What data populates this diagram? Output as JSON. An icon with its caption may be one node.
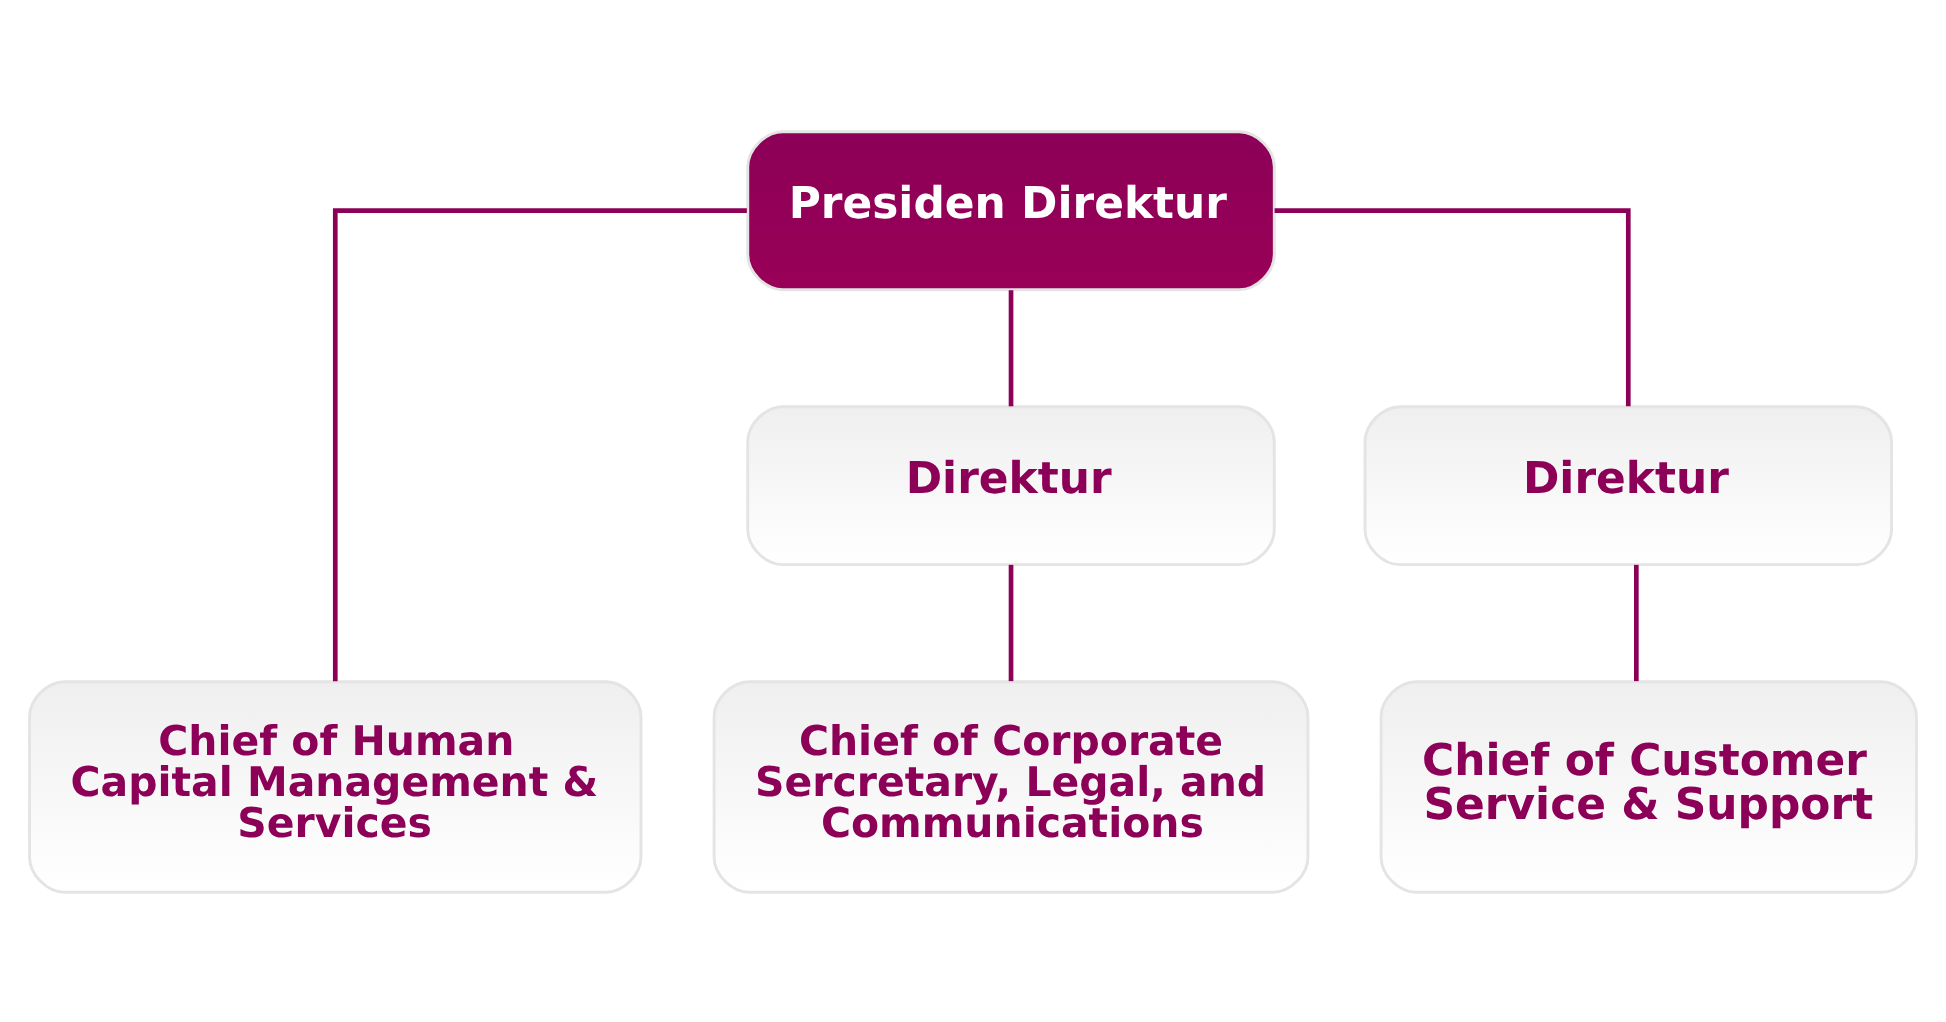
{
  "diagram": {
    "nodes": [
      {
        "text": [
          "Presiden Direktur"
        ]
      },
      {
        "text": [
          "Direktur"
        ]
      },
      {
        "text": [
          "Direktur"
        ]
      },
      {
        "text": [
          "Chief of Human Capital Management & Services"
        ]
      },
      {
        "text": [
          "Chief of Corporate Sercretary, Legal, and Communications"
        ]
      },
      {
        "text": [
          "Chief of Customer Service & Support"
        ]
      }
    ],
    "edges": [
      {
        "from": 0,
        "to": 3,
        "arrow": "none"
      },
      {
        "from": 0,
        "to": 1,
        "arrow": "none"
      },
      {
        "from": 0,
        "to": 2,
        "arrow": "none"
      },
      {
        "from": 1,
        "to": 4,
        "arrow": "none"
      },
      {
        "from": 2,
        "to": 5,
        "arrow": "none"
      }
    ]
  }
}
